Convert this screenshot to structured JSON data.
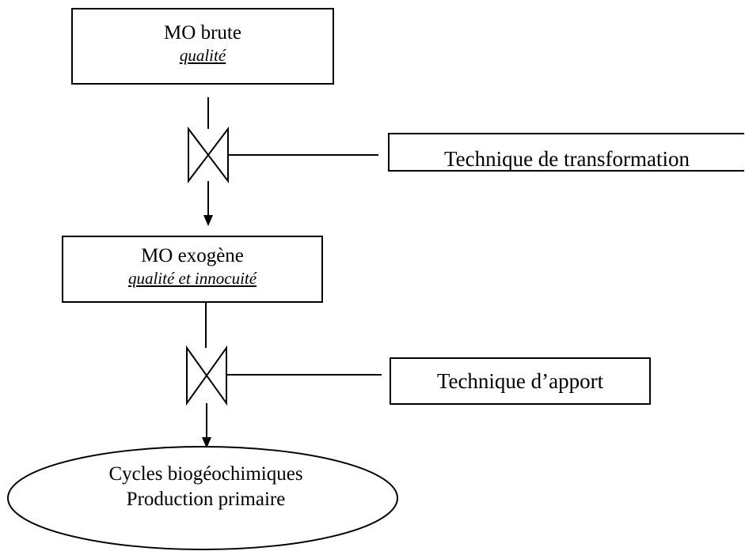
{
  "boxes": {
    "mo_brute": {
      "title": "MO brute",
      "subtitle": "qualité"
    },
    "mo_exogene": {
      "title": "MO exogène",
      "subtitle": "qualité et innocuité"
    },
    "technique_transformation": {
      "label": "Technique de transformation"
    },
    "technique_apport": {
      "label": "Technique d’apport"
    }
  },
  "ellipse": {
    "line1": "Cycles biogéochimiques",
    "line2": "Production primaire"
  }
}
